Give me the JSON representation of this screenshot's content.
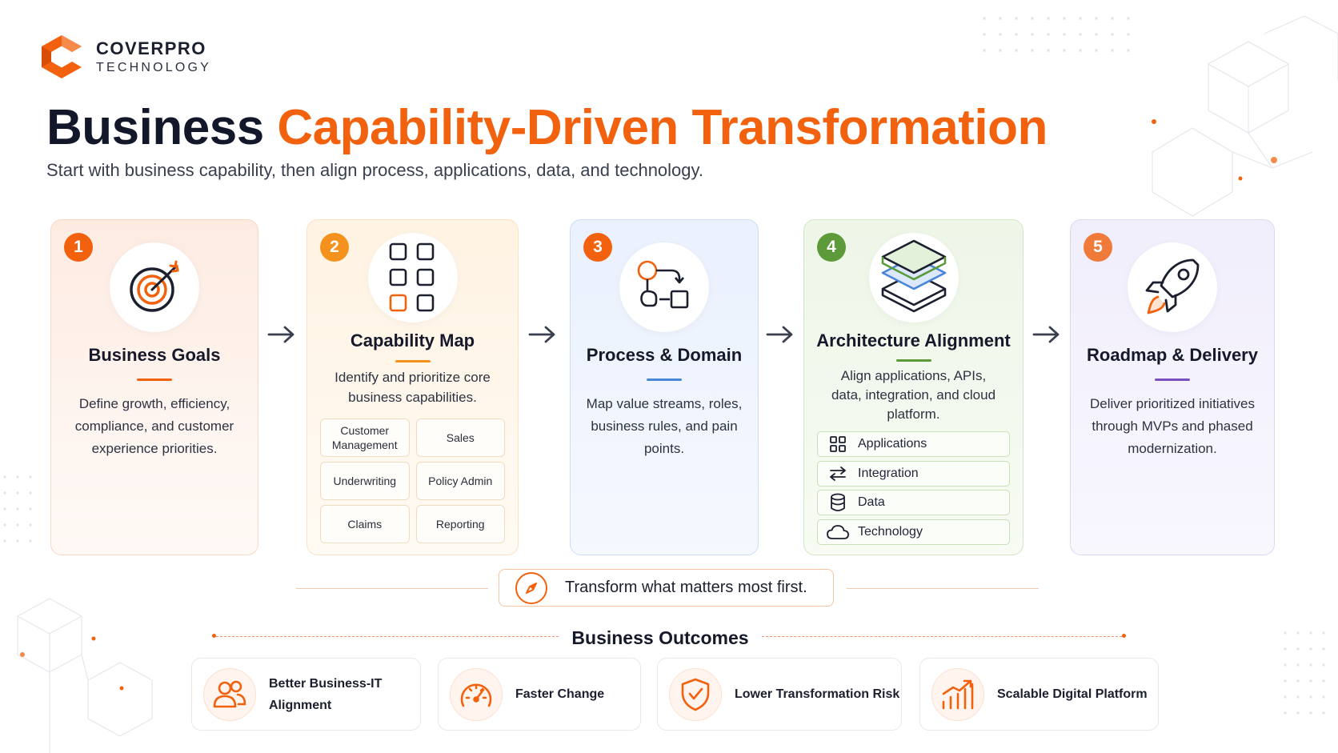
{
  "brand": {
    "name": "COVERPRO",
    "sub": "TECHNOLOGY"
  },
  "header": {
    "title_part1": "Business",
    "title_part2": "Capability-Driven Transformation",
    "subtitle": "Start with business capability, then align process, applications, data, and technology."
  },
  "steps": [
    {
      "number": "1",
      "title": "Business Goals",
      "description": "Define growth, efficiency, compliance, and customer experience priorities.",
      "accent": "#f2610e",
      "icon": "target-icon"
    },
    {
      "number": "2",
      "title": "Capability Map",
      "description": "Identify and prioritize core business capabilities.",
      "accent": "#f5921e",
      "icon": "grid-icon",
      "capabilities": [
        "Customer Management",
        "Sales",
        "Underwriting",
        "Policy Admin",
        "Claims",
        "Reporting"
      ]
    },
    {
      "number": "3",
      "title": "Process & Domain",
      "description": "Map value streams, roles, business rules, and pain points.",
      "accent": "#f2610e",
      "icon": "process-flow-icon"
    },
    {
      "number": "4",
      "title": "Architecture Alignment",
      "description": "Align applications, APIs, data, integration, and cloud platform.",
      "accent": "#5c9a3a",
      "icon": "layers-icon",
      "layers": [
        {
          "label": "Applications",
          "icon": "apps-icon"
        },
        {
          "label": "Integration",
          "icon": "integration-icon"
        },
        {
          "label": "Data",
          "icon": "database-icon"
        },
        {
          "label": "Technology",
          "icon": "cloud-icon"
        }
      ]
    },
    {
      "number": "5",
      "title": "Roadmap & Delivery",
      "description": "Deliver prioritized initiatives through MVPs and phased modernization.",
      "accent": "#f07a3a",
      "icon": "rocket-icon"
    }
  ],
  "tagline": {
    "text": "Transform what matters most first.",
    "icon": "compass-icon"
  },
  "outcomes": {
    "title": "Business Outcomes",
    "items": [
      {
        "label": "Better Business-IT Alignment",
        "icon": "people-icon"
      },
      {
        "label": "Faster Change",
        "icon": "speedometer-icon"
      },
      {
        "label": "Lower Transformation Risk",
        "icon": "shield-check-icon"
      },
      {
        "label": "Scalable Digital Platform",
        "icon": "growth-chart-icon"
      }
    ]
  },
  "colors": {
    "brand_orange": "#f2610e",
    "dark": "#12172a",
    "step1_bar": "#f2610e",
    "step2_bar": "#f5921e",
    "step3_bar": "#4a86d8",
    "step4_bar": "#5c9a3a",
    "step5_bar": "#7a4fc0"
  }
}
